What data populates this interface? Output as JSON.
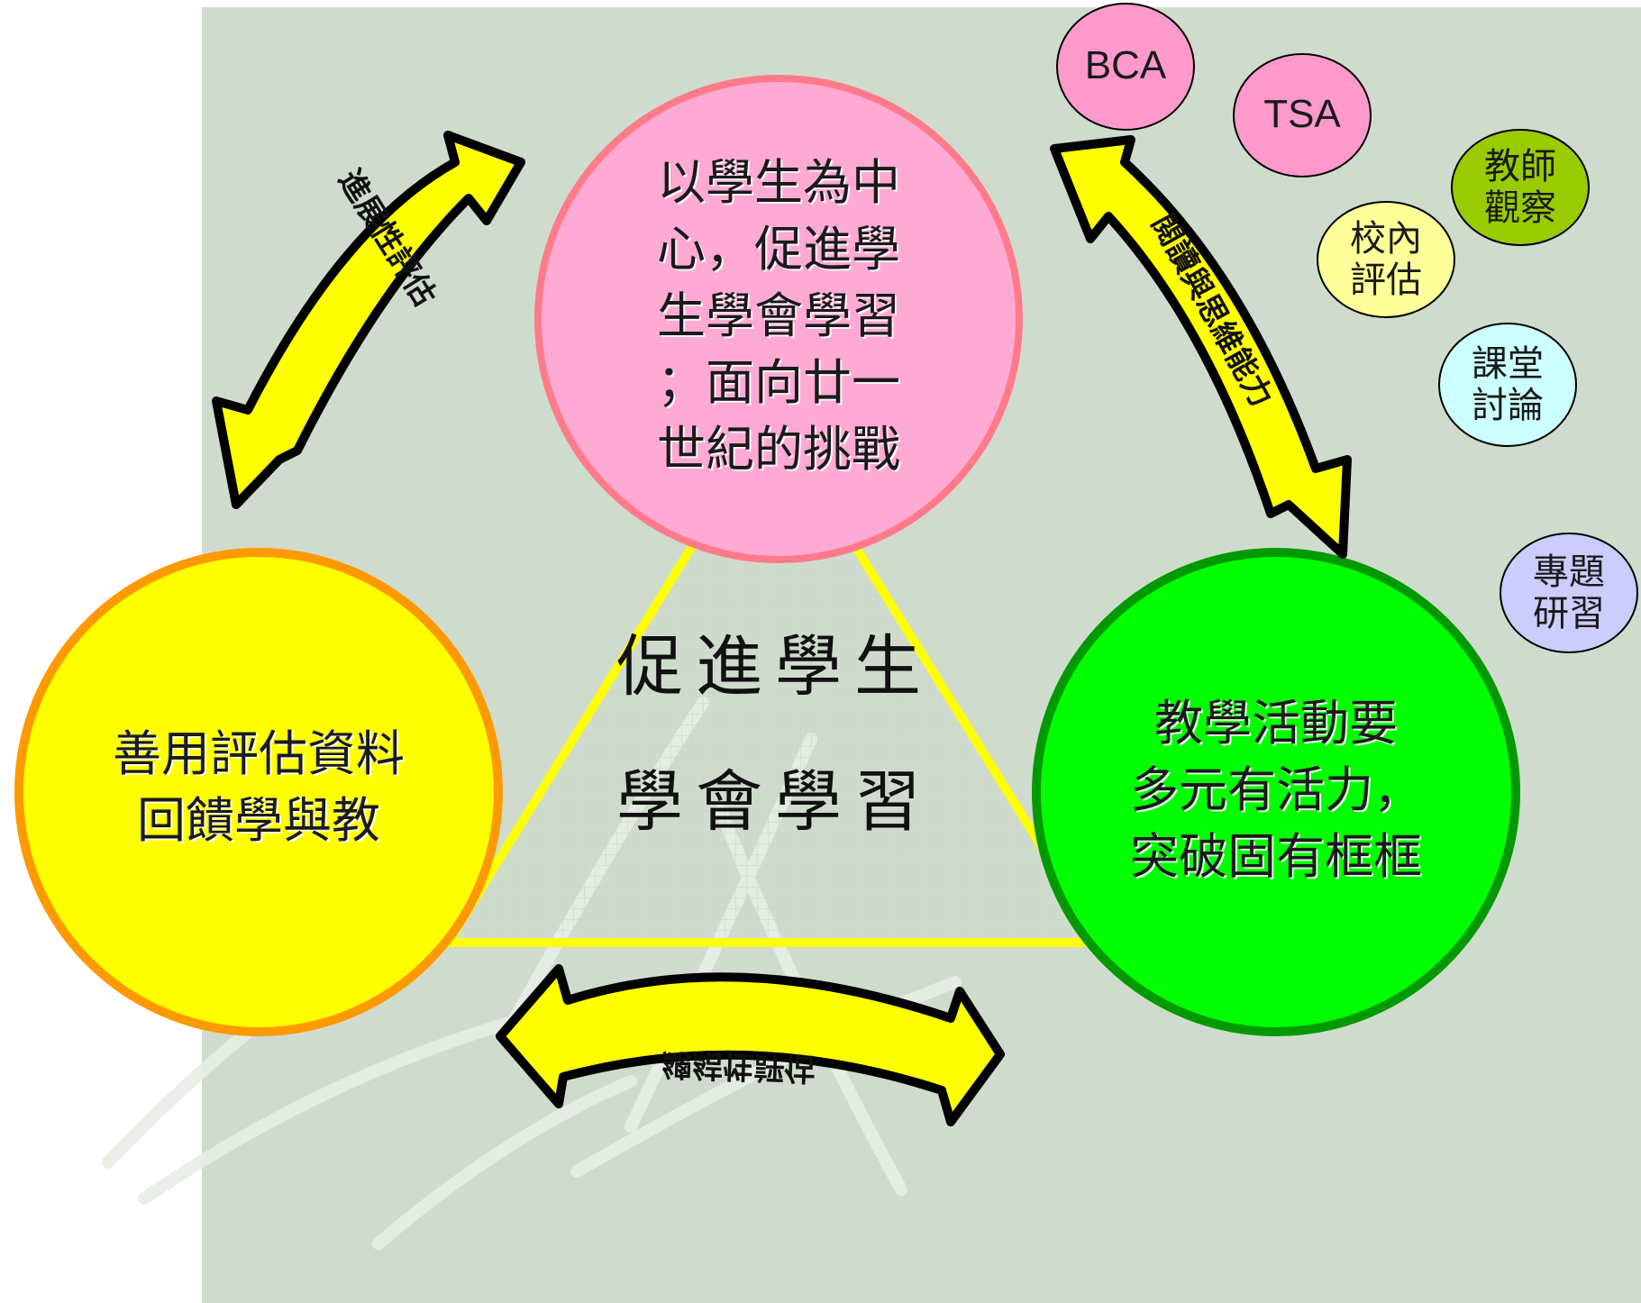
{
  "diagram": {
    "center_label": {
      "line1": "促進學生",
      "line2": "學會學習"
    },
    "nodes": {
      "top": {
        "lines": [
          "以學生為中",
          "心，促進學",
          "生學會學習",
          "；面向廿一",
          "世紀的挑戰"
        ],
        "fill": "#ffaad4",
        "border": "#ff7a8a"
      },
      "left": {
        "lines": [
          "善用評估資料",
          "回饋學與教"
        ],
        "fill": "#ffff00",
        "border": "#ff9900"
      },
      "right": {
        "lines": [
          "教學活動要",
          "多元有活力，",
          "突破固有框框"
        ],
        "fill": "#00ff00",
        "border": "#009900"
      }
    },
    "arrows": {
      "left": {
        "label": "進展性評估",
        "color": "#ffff00"
      },
      "right": {
        "label": "閱讀與思維能力",
        "color": "#ffff00"
      },
      "bottom": {
        "label": "總結性評估",
        "color": "#ffff00"
      }
    },
    "bubbles": [
      {
        "id": "bca",
        "text": "BCA",
        "fill": "#ff99cc"
      },
      {
        "id": "tsa",
        "text": "TSA",
        "fill": "#ff99cc"
      },
      {
        "id": "teacher-observe",
        "lines": [
          "教師",
          "觀察"
        ],
        "fill": "#99cc00"
      },
      {
        "id": "school-assess",
        "lines": [
          "校內",
          "評估"
        ],
        "fill": "#ffff99"
      },
      {
        "id": "class-discuss",
        "lines": [
          "課堂",
          "討論"
        ],
        "fill": "#ccffff"
      },
      {
        "id": "project-study",
        "lines": [
          "專題",
          "研習"
        ],
        "fill": "#ccccff"
      }
    ]
  }
}
